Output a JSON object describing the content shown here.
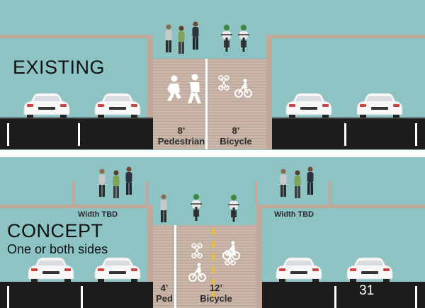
{
  "existing": {
    "title": "EXISTING",
    "lanes": [
      {
        "width": "8’",
        "label": "Pedestrian"
      },
      {
        "width": "8’",
        "label": "Bicycle"
      }
    ]
  },
  "concept": {
    "title": "CONCEPT",
    "subtitle": "One or both sides",
    "side_width_left": "Width TBD",
    "side_width_right": "Width TBD",
    "lanes": [
      {
        "width": "4’",
        "label": "Ped"
      },
      {
        "width": "12’",
        "label": "Bicycle"
      }
    ]
  },
  "page_number": "31",
  "colors": {
    "sky": "#8ec3c4",
    "deck": "#c9b6a9",
    "wood": "#c2a898",
    "road": "#1c1c1c",
    "center_stripe": "#f2c21a"
  }
}
